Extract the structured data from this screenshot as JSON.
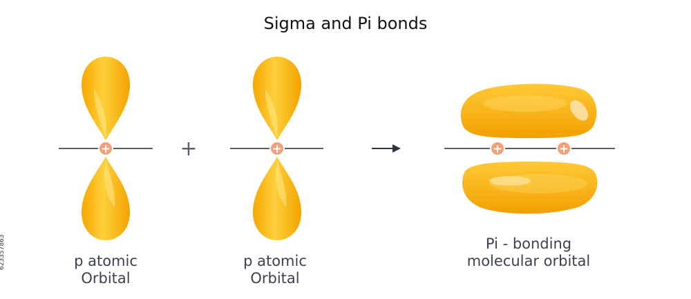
{
  "title": "Sigma and Pi bonds",
  "plus_operator": "+",
  "arrow": "→",
  "captions": {
    "left": {
      "line1": "p atomic",
      "line2": "Orbital"
    },
    "middle": {
      "line1": "p atomic",
      "line2": "Orbital"
    },
    "right": {
      "line1": "Pi - bonding",
      "line2": "molecular orbital"
    }
  },
  "nucleus_symbol": "+",
  "stock_id": "623357863",
  "colors": {
    "orbital_light": "#ffd34d",
    "orbital_dark": "#f5a800",
    "nucleus": "#f2a07b",
    "axis": "#5a5d6e",
    "text": "#3d4150"
  }
}
